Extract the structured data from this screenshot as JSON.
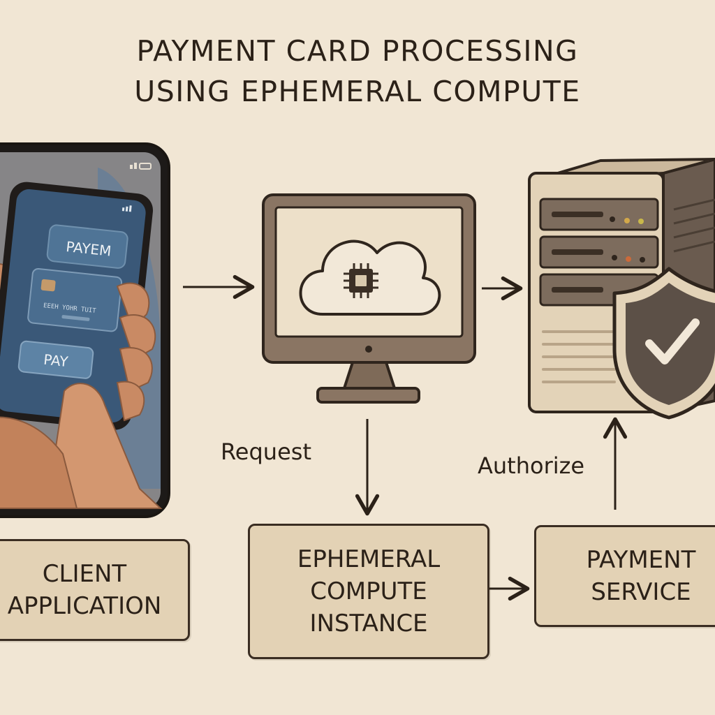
{
  "title": {
    "line1": "PAYMENT CARD PROCESSING",
    "line2": "USING EPHEMERAL COMPUTE"
  },
  "phone": {
    "inner_title": "PAYEM",
    "card_number_text": "EEEH YOHR TUIT",
    "pay_button": "PAY"
  },
  "nodes": {
    "client": {
      "line1": "CLIENT",
      "line2": "APPLICATION"
    },
    "ephemeral": {
      "line1": "EPHEMERAL",
      "line2": "COMPUTE",
      "line3": "INSTANCE"
    },
    "payment": {
      "line1": "PAYMENT",
      "line2": "SERVICE"
    }
  },
  "flows": {
    "request": "Request",
    "authorize": "Authorize"
  },
  "icons": [
    "smartphone-icon",
    "monitor-icon",
    "cloud-chip-icon",
    "server-icon",
    "shield-check-icon",
    "arrow-icon"
  ],
  "colors": {
    "background": "#f1e6d4",
    "box_fill": "#e3d2b5",
    "outline": "#3a2d22",
    "phone_screen": "#3a5878",
    "shield": "#5c5047"
  }
}
